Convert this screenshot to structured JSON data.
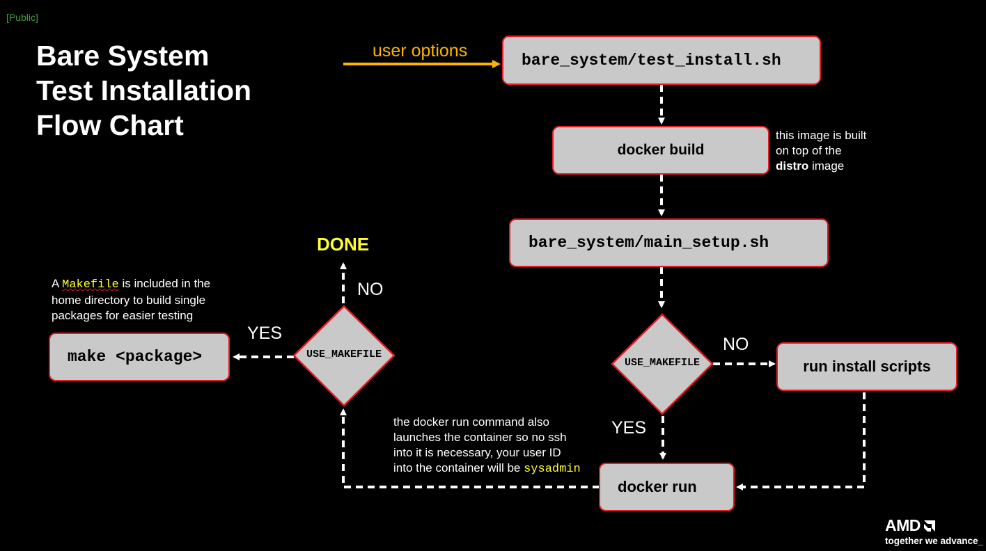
{
  "tag": "[Public]",
  "title": {
    "line1": "Bare System",
    "line2": "Test Installation",
    "line3": "Flow Chart"
  },
  "user_options": "user options",
  "nodes": {
    "test_install": "bare_system/test_install.sh",
    "docker_build": "docker build",
    "main_setup": "bare_system/main_setup.sh",
    "decision_right": "USE_MAKEFILE",
    "run_install": "run install scripts",
    "docker_run": "docker run",
    "decision_left": "USE_MAKEFILE",
    "make_package": "make <package>",
    "done": "DONE"
  },
  "edge_labels": {
    "right_no": "NO",
    "right_yes": "YES",
    "left_no": "NO",
    "left_yes": "YES"
  },
  "notes": {
    "distro": {
      "line1": "this image is built",
      "line2": "on top of the",
      "bold": "distro",
      "after": " image"
    },
    "makefile": {
      "prefix": "A ",
      "code": "Makefile",
      "line1_suffix": " is included in the",
      "line2": "home directory to build single",
      "line3": "packages for easier testing"
    },
    "docker_run": {
      "line1": "the docker run command also",
      "line2": "launches the container so no ssh",
      "line3": "into it is necessary, your user ID",
      "line4_prefix": "into the container will be ",
      "line4_code": "sysadmin"
    }
  },
  "logo": {
    "brand": "AMD",
    "tagline": "together we advance_"
  },
  "colors": {
    "background": "#000000",
    "box_fill": "#c9c9c9",
    "box_border": "#e31b23",
    "arrow_user": "#ffb400",
    "done": "#ffff33",
    "tag": "#3fa33f"
  }
}
